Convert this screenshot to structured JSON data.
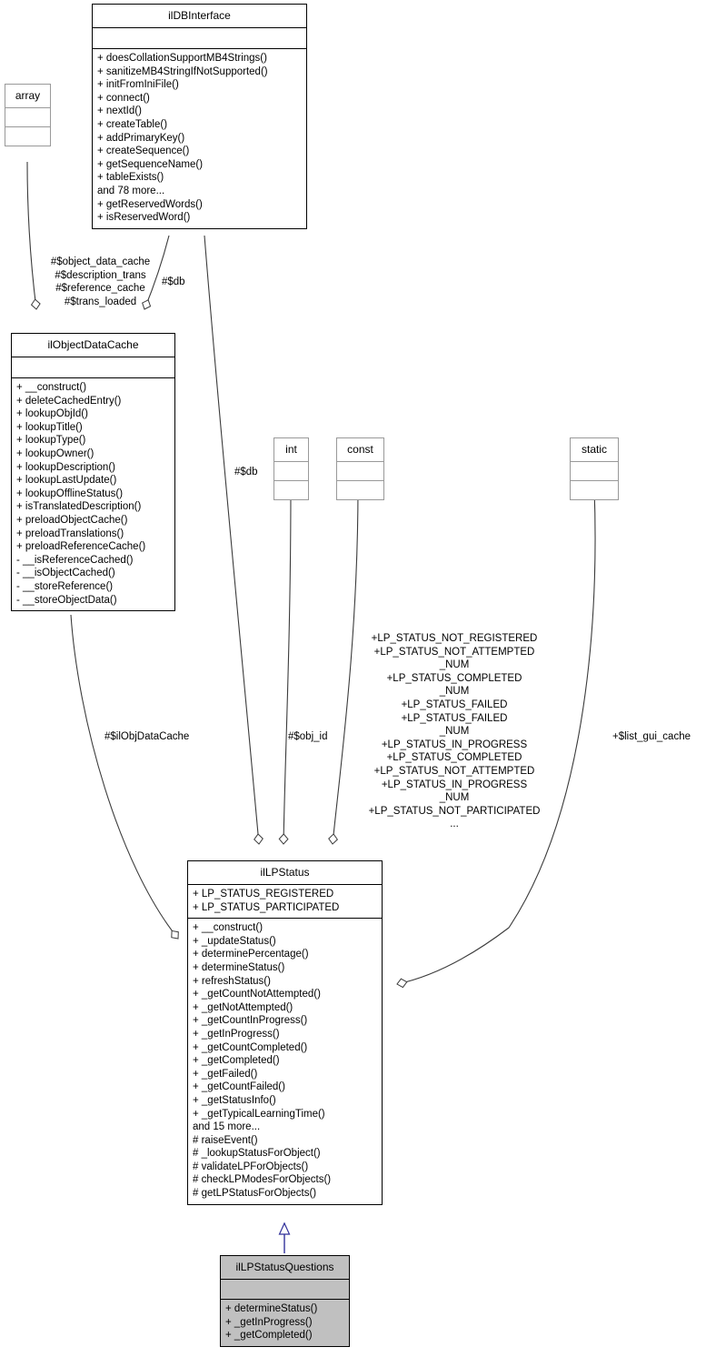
{
  "diagram": {
    "title": "ilLPStatusQuestions collaboration diagram",
    "type": "uml-class-diagram",
    "background": "#ffffff",
    "line_color": "#000000",
    "inheritance_color": "#32329b",
    "faint_border_color": "#999999",
    "highlight_fill": "#c0c0c0"
  },
  "classes": {
    "ildbinterface": {
      "name": "ilDBInterface",
      "attributes": [],
      "operations": [
        "+ doesCollationSupportMB4Strings()",
        "+ sanitizeMB4StringIfNotSupported()",
        "+ initFromIniFile()",
        "+ connect()",
        "+ nextId()",
        "+ createTable()",
        "+ addPrimaryKey()",
        "+ createSequence()",
        "+ getSequenceName()",
        "+ tableExists()",
        "and 78 more...",
        "+ getReservedWords()",
        "+ isReservedWord()"
      ]
    },
    "array": {
      "name": "array",
      "attributes": [],
      "operations": []
    },
    "ilobjectdatacache": {
      "name": "ilObjectDataCache",
      "attributes": [],
      "operations": [
        "+ __construct()",
        "+ deleteCachedEntry()",
        "+ lookupObjId()",
        "+ lookupTitle()",
        "+ lookupType()",
        "+ lookupOwner()",
        "+ lookupDescription()",
        "+ lookupLastUpdate()",
        "+ lookupOfflineStatus()",
        "+ isTranslatedDescription()",
        "+ preloadObjectCache()",
        "+ preloadTranslations()",
        "+ preloadReferenceCache()",
        "- __isReferenceCached()",
        "- __isObjectCached()",
        "- __storeReference()",
        "- __storeObjectData()"
      ]
    },
    "int": {
      "name": "int",
      "attributes": [],
      "operations": []
    },
    "const": {
      "name": "const",
      "attributes": [],
      "operations": []
    },
    "static": {
      "name": "static",
      "attributes": [],
      "operations": []
    },
    "illpstatus": {
      "name": "ilLPStatus",
      "attributes": [
        "+ LP_STATUS_REGISTERED",
        "+ LP_STATUS_PARTICIPATED"
      ],
      "operations": [
        "+ __construct()",
        "+ _updateStatus()",
        "+ determinePercentage()",
        "+ determineStatus()",
        "+ refreshStatus()",
        "+ _getCountNotAttempted()",
        "+ _getNotAttempted()",
        "+ _getCountInProgress()",
        "+ _getInProgress()",
        "+ _getCountCompleted()",
        "+ _getCompleted()",
        "+ _getFailed()",
        "+ _getCountFailed()",
        "+ _getStatusInfo()",
        "+ _getTypicalLearningTime()",
        "and 15 more...",
        "# raiseEvent()",
        "# _lookupStatusForObject()",
        "# validateLPForObjects()",
        "# checkLPModesForObjects()",
        "# getLPStatusForObjects()"
      ]
    },
    "illpstatusquestions": {
      "name": "ilLPStatusQuestions",
      "attributes": [],
      "operations": [
        "+ determineStatus()",
        "+ _getInProgress()",
        "+ _getCompleted()"
      ]
    }
  },
  "edge_labels": {
    "object_data_cache": "#$object_data_cache\n#$description_trans\n#$reference_cache\n#$trans_loaded",
    "db_top": "#$db",
    "db_mid": "#$db",
    "ilobjdatacache": "#$ilObjDataCache",
    "obj_id": "#$obj_id",
    "lp_status_consts": "+LP_STATUS_NOT_REGISTERED\n+LP_STATUS_NOT_ATTEMPTED\n_NUM\n+LP_STATUS_COMPLETED\n_NUM\n+LP_STATUS_FAILED\n+LP_STATUS_FAILED\n_NUM\n+LP_STATUS_IN_PROGRESS\n+LP_STATUS_COMPLETED\n+LP_STATUS_NOT_ATTEMPTED\n+LP_STATUS_IN_PROGRESS\n_NUM\n+LP_STATUS_NOT_PARTICIPATED\n...",
    "list_gui_cache": "+$list_gui_cache"
  }
}
